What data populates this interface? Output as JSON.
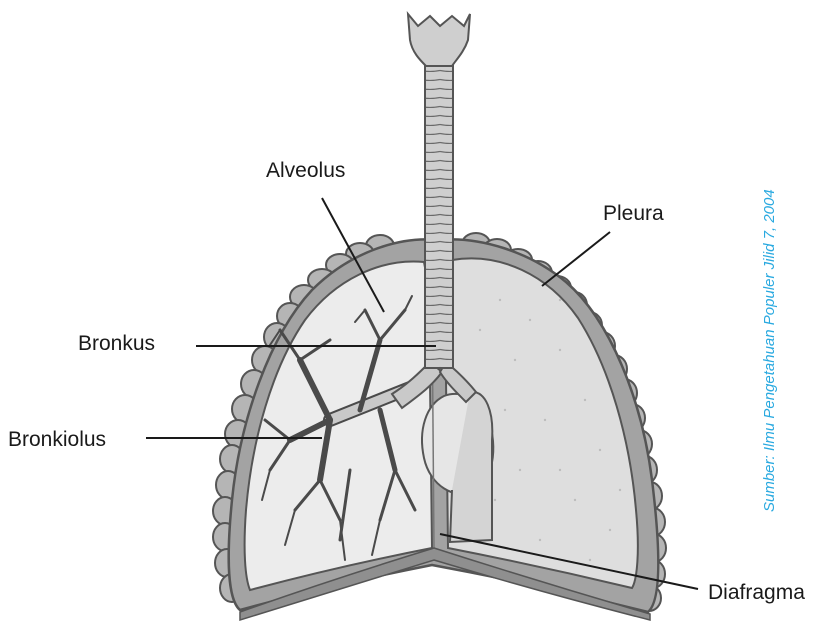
{
  "labels": {
    "alveolus": "Alveolus",
    "pleura": "Pleura",
    "bronkus": "Bronkus",
    "bronkiolus": "Bronkiolus",
    "diafragma": "Diafragma"
  },
  "source": "Sumber: Ilmu Pengetahuan Populer Jilid 7, 2004",
  "colors": {
    "label": "#1a1a1a",
    "source": "#29a9e0",
    "pleura": "#a3a3a3",
    "lung_right": "#dedede",
    "lung_left": "#ececec",
    "airway": "#c9c9c9",
    "outline": "#555555"
  }
}
